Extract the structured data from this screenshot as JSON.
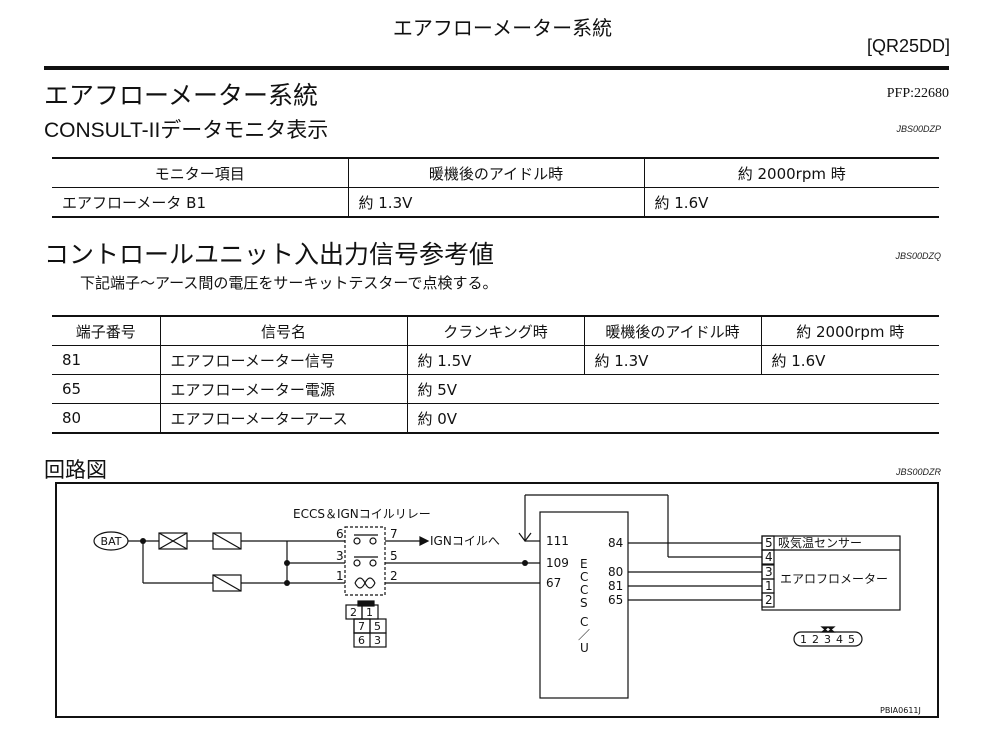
{
  "header": {
    "page_title": "エアフローメーター系統",
    "model": "[QR25DD]"
  },
  "section": {
    "title": "エアフローメーター系統",
    "pfp": "PFP:22680"
  },
  "consult": {
    "title": "CONSULT-",
    "title_roman": "II",
    "title_rest": "データモニタ表示",
    "ref": "JBS00DZP",
    "table": {
      "headers": [
        "モニター項目",
        "暖機後のアイドル時",
        "約 2000rpm 時"
      ],
      "rows": [
        [
          "エアフローメータ B1",
          "約 1.3V",
          "約 1.6V"
        ]
      ]
    }
  },
  "io_section": {
    "title": "コントロールユニット入出力信号参考値",
    "ref": "JBS00DZQ",
    "instruction": "下記端子～アース間の電圧をサーキットテスターで点検する。",
    "table": {
      "headers": [
        "端子番号",
        "信号名",
        "クランキング時",
        "暖機後のアイドル時",
        "約 2000rpm 時"
      ],
      "rows": [
        [
          "81",
          "エアフローメーター信号",
          "約 1.5V",
          "約 1.3V",
          "約 1.6V"
        ],
        [
          "65",
          "エアフローメーター電源",
          "約 5V"
        ],
        [
          "80",
          "エアフローメーターアース",
          "約 0V"
        ]
      ]
    }
  },
  "circuit": {
    "title": "回路図",
    "ref": "JBS00DZR",
    "relay_label": "ECCS＆IGNコイルリレー",
    "bat": "BAT",
    "ign_label": "IGNコイルへ",
    "relay_pins": [
      "6",
      "7",
      "3",
      "5",
      "1",
      "2"
    ],
    "relay_connector": [
      "2",
      "1",
      "7",
      "5",
      "6",
      "3"
    ],
    "ecu_left_pins": [
      "111",
      "109",
      "67"
    ],
    "ecu_right_pins": [
      "84",
      "80",
      "81",
      "65"
    ],
    "ecu_letters": [
      "E",
      "C",
      "C",
      "S",
      "C",
      "／",
      "U"
    ],
    "sensor_top_pin": "5",
    "sensor_top_label": "吸気温センサー",
    "sensor_pins": [
      "4",
      "3",
      "1",
      "2"
    ],
    "sensor_label": "エアロフロメーター",
    "sensor_connector": [
      "1",
      "2",
      "3",
      "4",
      "5"
    ],
    "figure_id": "PBIA0611J"
  }
}
